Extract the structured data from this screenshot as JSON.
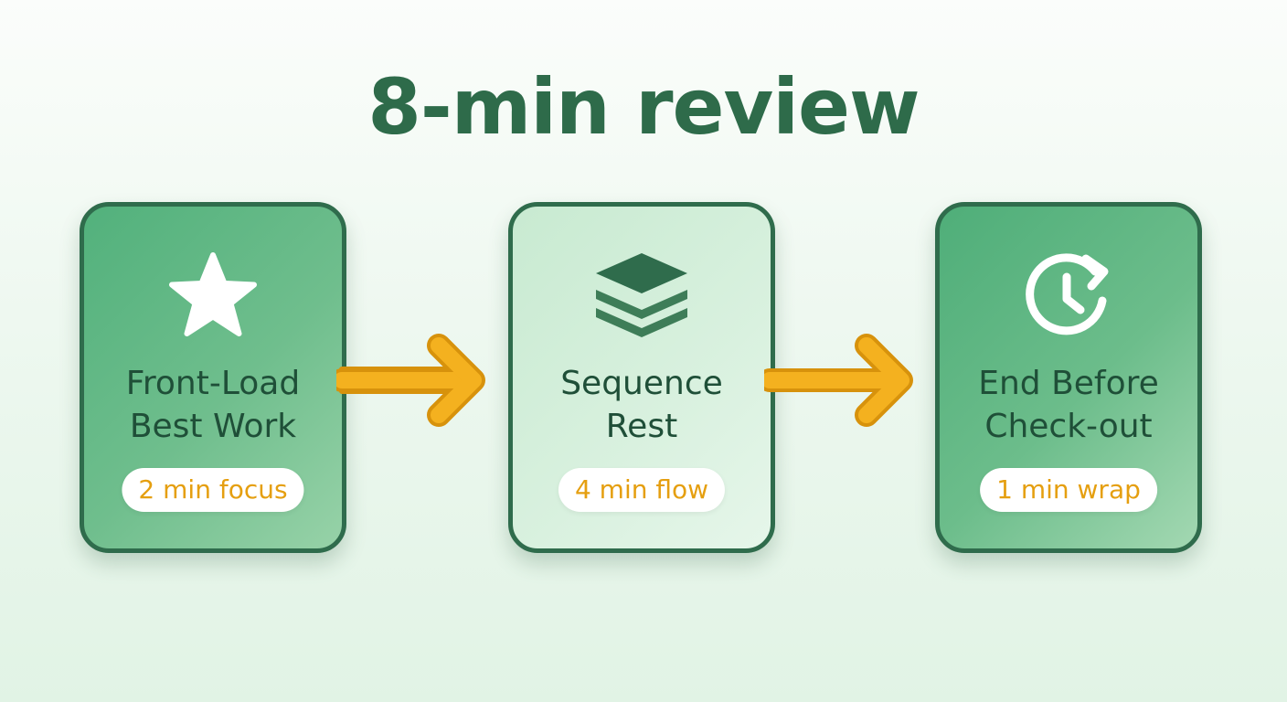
{
  "title": "8-min review",
  "colors": {
    "title": "#2e6b4a",
    "card_border": "#2f6c4c",
    "card_dark": "#52b17c",
    "card_light": "#d9f1df",
    "pill_text": "#e59f10",
    "arrow_fill": "#f4b11f",
    "arrow_outline": "#d7920c"
  },
  "steps": [
    {
      "icon": "star-icon",
      "title_lines": [
        "Front-Load",
        "Best Work"
      ],
      "duration": "2 min focus"
    },
    {
      "icon": "layers-icon",
      "title_lines": [
        "Sequence",
        "Rest"
      ],
      "duration": "4 min flow"
    },
    {
      "icon": "clock-refresh-icon",
      "title_lines": [
        "End Before",
        "Check-out"
      ],
      "duration": "1 min wrap"
    }
  ],
  "connectors": [
    "arrow-right-icon",
    "arrow-right-icon"
  ]
}
